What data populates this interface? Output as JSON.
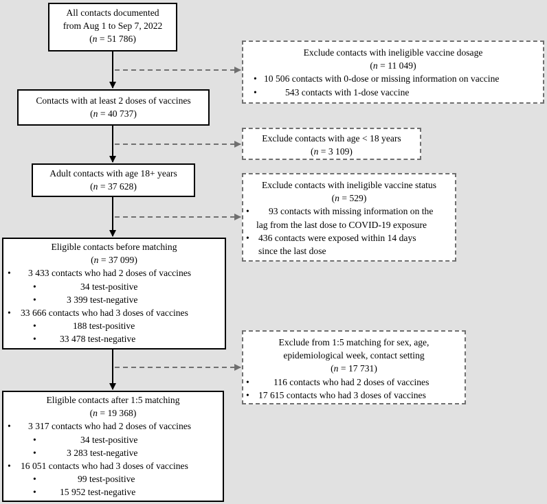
{
  "main_boxes": [
    {
      "title": "All contacts documented",
      "line2": "from Aug 1 to Sep 7, 2022",
      "n": "51 786"
    },
    {
      "title": "Contacts with at least 2 doses of vaccines",
      "n": "40 737"
    },
    {
      "title": "Adult contacts with age 18+ years",
      "n": "37 628"
    },
    {
      "title": "Eligible contacts before matching",
      "n": "37 099",
      "items": [
        {
          "text": "3 433 contacts who had 2 doses of vaccines"
        },
        {
          "text": "34 test-positive"
        },
        {
          "text": "3 399 test-negative"
        },
        {
          "text": "33 666 contacts who had 3 doses of vaccines"
        },
        {
          "text": "188 test-positive"
        },
        {
          "text": "33 478 test-negative"
        }
      ]
    },
    {
      "title": "Eligible contacts after 1:5 matching",
      "n": "19 368",
      "items": [
        {
          "text": "3 317 contacts who had 2 doses of vaccines"
        },
        {
          "text": "34 test-positive"
        },
        {
          "text": "3 283 test-negative"
        },
        {
          "text": "16 051 contacts who had 3 doses of vaccines"
        },
        {
          "text": "99 test-positive"
        },
        {
          "text": "15 952 test-negative"
        }
      ]
    }
  ],
  "exclusion_boxes": [
    {
      "title": "Exclude contacts with ineligible vaccine dosage",
      "n": "11 049",
      "items": [
        {
          "text": "10 506 contacts with 0-dose or missing information on vaccine"
        },
        {
          "text": "543 contacts with 1-dose vaccine"
        }
      ]
    },
    {
      "title": "Exclude contacts with age < 18 years",
      "n": "3 109"
    },
    {
      "title": "Exclude contacts with ineligible vaccine status",
      "n": "529",
      "items": [
        {
          "text": "93 contacts with missing information on the",
          "cont": "lag from the last dose to COVID-19 exposure"
        },
        {
          "text": "436 contacts were exposed within 14 days",
          "cont": "since the last dose"
        }
      ]
    },
    {
      "title": "Exclude from 1:5 matching for sex, age,",
      "line2": "epidemiological week, contact setting",
      "n": "17 731",
      "items": [
        {
          "text": "116 contacts who had 2 doses of vaccines"
        },
        {
          "text": "17 615 contacts who had 3 doses of vaccines"
        }
      ]
    }
  ],
  "labels": {
    "n_symbol": "n",
    "equals": " = ",
    "bullet": "•"
  }
}
